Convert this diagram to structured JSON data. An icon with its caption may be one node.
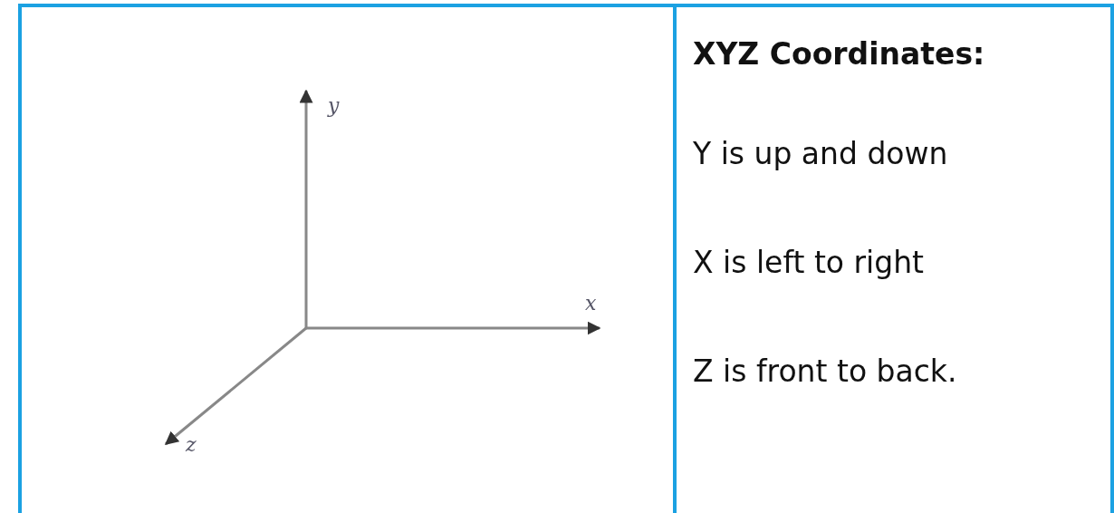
{
  "diagram": {
    "nodes": [
      {
        "text": [],
        "shape": "box"
      },
      {
        "text": [
          "XYZ Coordinates:",
          "Y is up and down",
          "X is left to right",
          "Z is front to back."
        ]
      }
    ],
    "edges": [],
    "labels": [
      "y",
      "x",
      "z"
    ]
  }
}
